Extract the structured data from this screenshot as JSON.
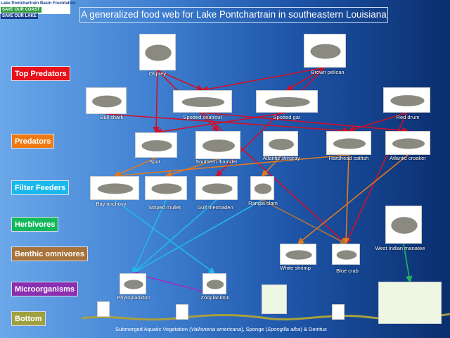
{
  "logo": {
    "line1": "Lake Pontchartrain Basin Foundation",
    "badge1": "SAVE OUR COAST",
    "badge2": "SAVE OUR LAKE"
  },
  "title": "A generalized food web for Lake Pontchartrain in southeastern Louisiana",
  "levels": [
    {
      "label": "Top Predators",
      "color": "#e8101a"
    },
    {
      "label": "Predators",
      "color": "#ee7a12"
    },
    {
      "label": "Filter Feeders",
      "color": "#1ab8ec"
    },
    {
      "label": "Herbivores",
      "color": "#12b85a"
    },
    {
      "label": "Benthic omnivores",
      "color": "#a8733a"
    },
    {
      "label": "Microorganisms",
      "color": "#8a2fb0"
    },
    {
      "label": "Bottom",
      "color": "#a0a040"
    }
  ],
  "organisms": {
    "osprey": "Osprey",
    "brown_pelican": "Brown pelican",
    "bull_shark": "Bull shark",
    "spotted_seatrout": "Spotted seatrout",
    "spotted_gar": "Spotted gar",
    "red_drum": "Red drum",
    "spot": "Spot",
    "southern_flounder": "Southern flounder",
    "atlantic_stingray": "Atlantic stingray",
    "hardhead_catfish": "Hardhead catfish",
    "atlantic_croaker": "Atlantic croaker",
    "bay_anchovy": "Bay anchovy",
    "striped_mullet": "Striped mullet",
    "gulf_menhaden": "Gulf menhaden",
    "rangia_clam": "Rangia clam",
    "west_indian_manatee": "West Indian manatee",
    "white_shrimp": "White shrimp",
    "blue_crab": "Blue crab",
    "phytoplankton": "Phytoplankton",
    "zooplankton": "Zooplankton"
  },
  "footer": {
    "p1": "Submerged Aquatic Vegetation (",
    "sci1": "Vallisneria americana",
    "p2": "), Sponge (",
    "sci2": "Spongilla alba",
    "p3": ") & Detritus"
  }
}
